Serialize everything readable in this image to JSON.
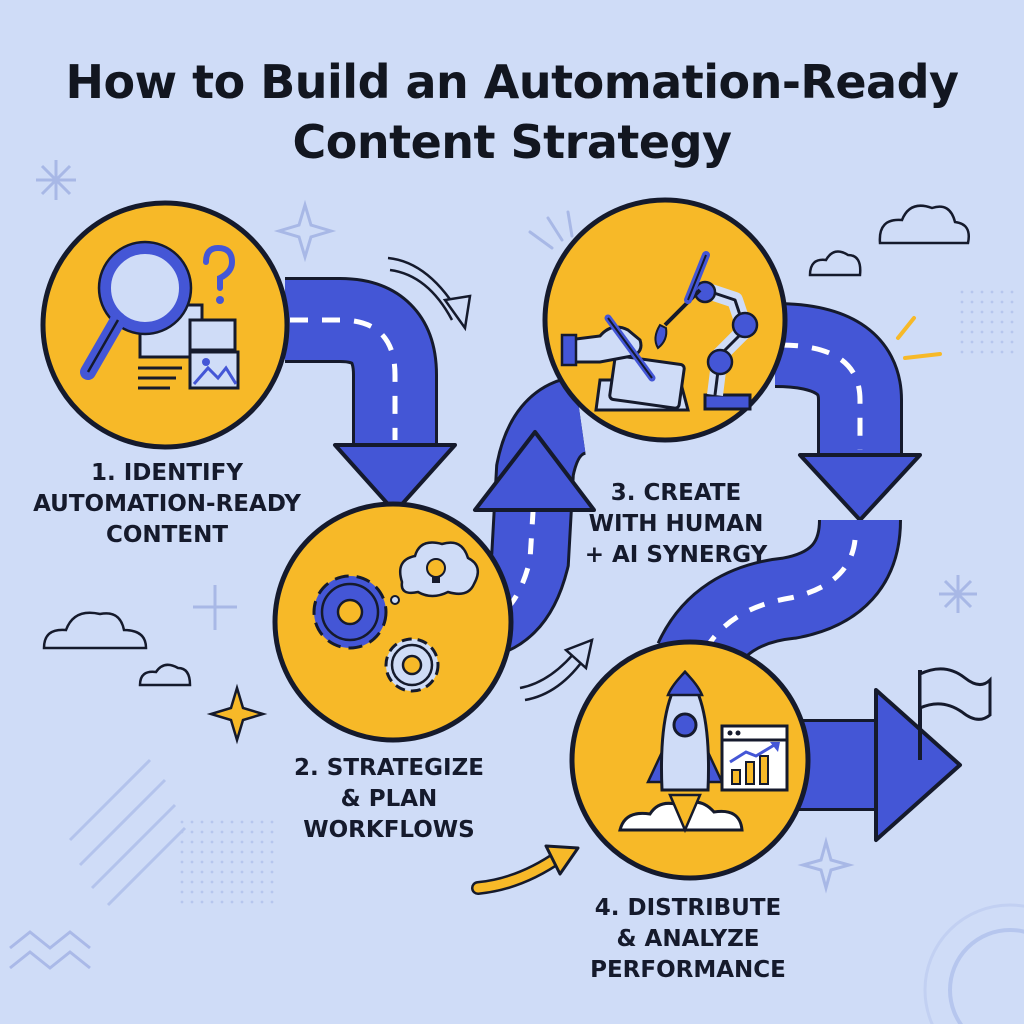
{
  "title": {
    "line1": "How to Build an Automation-Ready",
    "line2": "Content Strategy"
  },
  "steps": [
    {
      "number": 1,
      "lines": [
        "1. Identify",
        "Automation-Ready",
        "Content"
      ],
      "icon": "magnifier-question-icon"
    },
    {
      "number": 2,
      "lines": [
        "2. Strategize",
        "& Plan",
        "Workflows"
      ],
      "icon": "gears-lightbulb-icon"
    },
    {
      "number": 3,
      "lines": [
        "3. Create",
        "with Human",
        "+ AI Synergy"
      ],
      "icon": "hand-robot-arm-icon"
    },
    {
      "number": 4,
      "lines": [
        "4. Distribute",
        "& Analyze",
        "Performance"
      ],
      "icon": "rocket-chart-icon"
    }
  ],
  "colors": {
    "background": "#cfdcf7",
    "circle_fill": "#f7b928",
    "road_blue": "#4456d6",
    "outline": "#151a2c",
    "accent_yellow": "#f7b928"
  }
}
